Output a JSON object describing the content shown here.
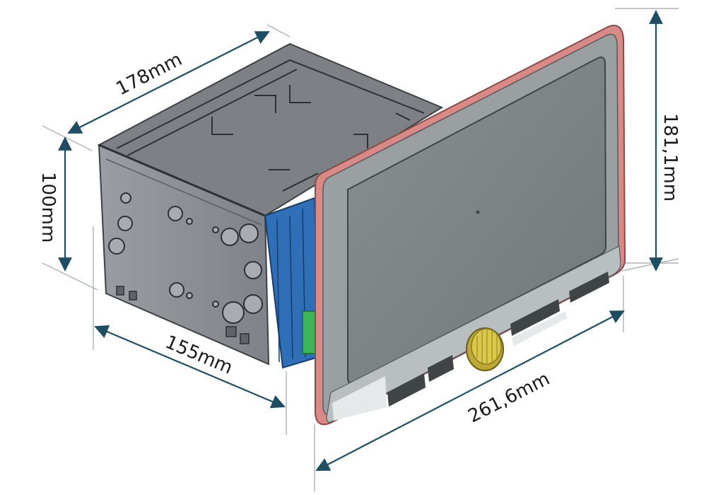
{
  "dimensions": {
    "depth_top": "178mm",
    "height_body": "100mm",
    "depth_bottom": "155mm",
    "screen_height": "181,1mm",
    "screen_width": "261,6mm"
  },
  "colors": {
    "arrow": "#1f4e63",
    "ext_line": "#9aa7ad",
    "body_side": "#8c9094",
    "body_top": "#7d8186",
    "screen_frame": "#d98a86",
    "screen_glass": "#7c8183",
    "bracket": "#2e6fb8",
    "knob": "#d9c84a"
  }
}
